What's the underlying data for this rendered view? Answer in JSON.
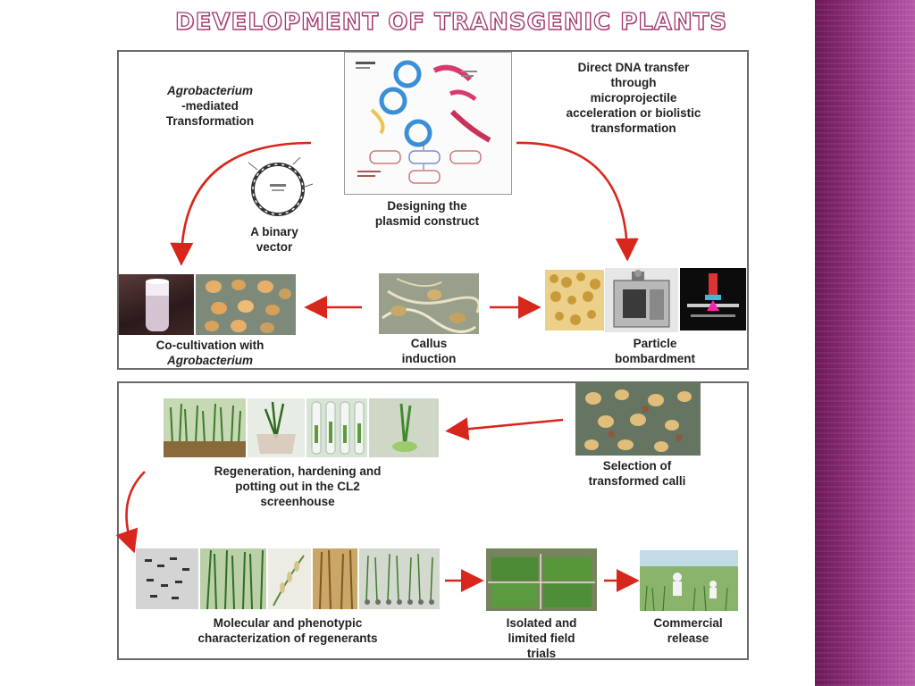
{
  "slide": {
    "title": "DEVELOPMENT OF TRANSGENIC PLANTS"
  },
  "theme": {
    "band_color": "#8c2d78",
    "title_stroke_color": "#a0386e",
    "arrow_color": "#d9261c",
    "panel_border_color": "#6a6a6a"
  },
  "diagram": {
    "top_panel": {
      "agro_title_italic": "Agrobacterium",
      "agro_title_rest_1": "-mediated",
      "agro_title_rest_2": "Transformation",
      "plasmid_caption_1": "Designing the",
      "plasmid_caption_2": "plasmid construct",
      "direct_dna_1": "Direct DNA transfer",
      "direct_dna_2": "through",
      "direct_dna_3": "microprojectile",
      "direct_dna_4": "acceleration or biolistic",
      "direct_dna_5": "transformation",
      "binary_vector_1": "A binary",
      "binary_vector_2": "vector",
      "cocultivation_1": "Co-cultivation with",
      "cocultivation_2": "Agrobacterium",
      "callus_1": "Callus",
      "callus_2": "induction",
      "particle_1": "Particle",
      "particle_2": "bombardment"
    },
    "bottom_panel": {
      "regeneration_1": "Regeneration, hardening and",
      "regeneration_2": "potting out in the CL2",
      "regeneration_3": "screenhouse",
      "selection_1": "Selection of",
      "selection_2": "transformed calli",
      "molecular_1": "Molecular and phenotypic",
      "molecular_2": "characterization of regenerants",
      "field_1": "Isolated and",
      "field_2": "limited field",
      "field_3": "trials",
      "commercial_1": "Commercial",
      "commercial_2": "release"
    },
    "icons": {
      "plasmid": "plasmid-construct-diagram-icon",
      "binary_vector": "binary-vector-map-icon",
      "test_tube": "test-tube-photo",
      "callus": "callus-photo",
      "gene_gun": "gene-gun-photo"
    }
  }
}
